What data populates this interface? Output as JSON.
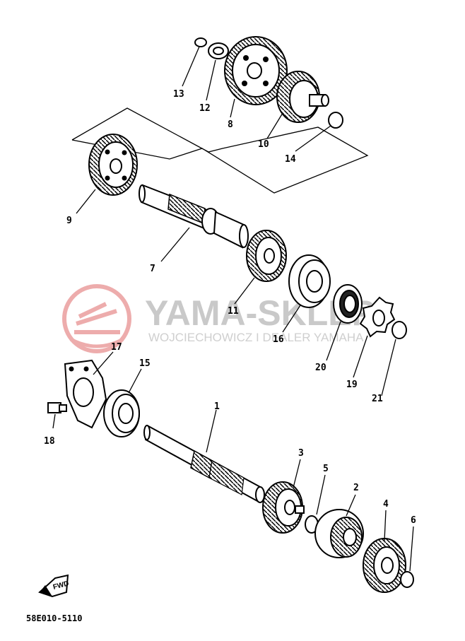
{
  "watermark": {
    "title": "YAMA-SKLEP",
    "subtitle": "WOJCIECHOWICZ I DEALER YAMAHA",
    "logo_color": "#e06a6a"
  },
  "diagram_code": "58E010-5110",
  "fwd_label": "FWD",
  "callouts": [
    "1",
    "2",
    "3",
    "4",
    "5",
    "6",
    "7",
    "8",
    "9",
    "10",
    "11",
    "12",
    "13",
    "14",
    "15",
    "16",
    "17",
    "18",
    "19",
    "20",
    "21"
  ]
}
